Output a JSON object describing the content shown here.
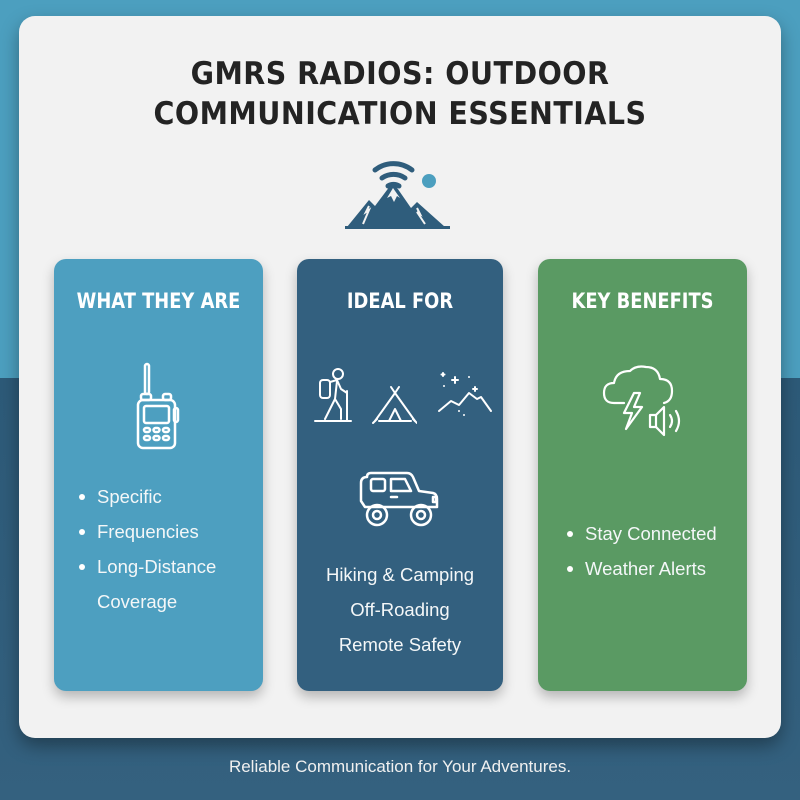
{
  "title": {
    "line1": "GMRS RADIOS: OUTDOOR",
    "line2": "COMMUNICATION ESSENTIALS"
  },
  "hero_icon": "mountain-radio-signal-icon",
  "colors": {
    "background_top": "#4c9fbf",
    "background_bottom": "#2f5d7c",
    "panel": "#f2f2f2",
    "title_text": "#232323",
    "card_what": "#4d9fc0",
    "card_ideal": "#33607f",
    "card_benefits": "#5a9a63",
    "hero_icon": "#2f5d7c",
    "hero_sun": "#4c9fbf"
  },
  "cards": [
    {
      "title": "WHAT THEY ARE",
      "icon": "walkie-talkie-icon",
      "items": [
        "Specific",
        "Frequencies",
        "Long-Distance",
        "Coverage"
      ]
    },
    {
      "title": "IDEAL FOR",
      "icons": [
        "hiker-icon",
        "tent-icon",
        "mountain-stars-icon",
        "offroad-jeep-icon"
      ],
      "items": [
        "Hiking & Camping",
        "Off-Roading",
        "Remote Safety"
      ]
    },
    {
      "title": "KEY BENEFITS",
      "icon": "storm-cloud-speaker-icon",
      "items": [
        "Stay Connected",
        "Weather Alerts"
      ]
    }
  ],
  "footer": "Reliable Communication for Your Adventures."
}
